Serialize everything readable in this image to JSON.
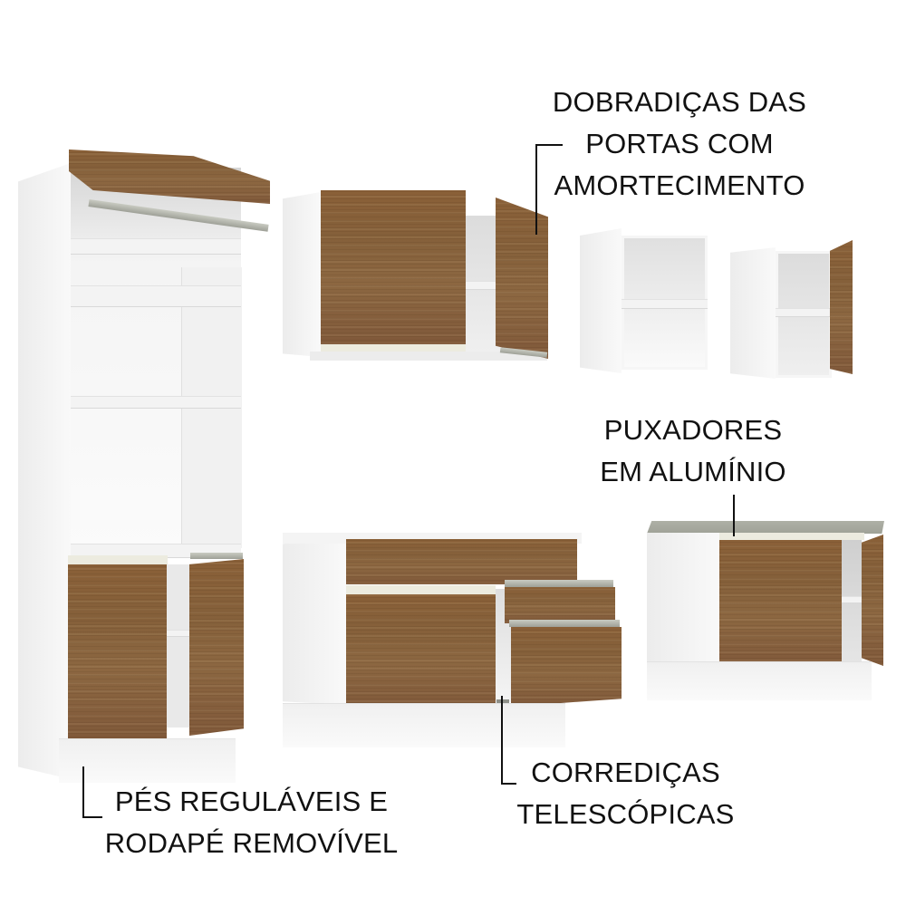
{
  "image": {
    "type": "product-feature-illustration",
    "subject": "modular kitchen cabinet set",
    "colors": {
      "background": "#ffffff",
      "carcass_white": "#f7f7f7",
      "wood_door": "#85603a",
      "aluminum_handle": "#a3a59c",
      "countertop": "#a7aa9f",
      "label_text": "#111111"
    }
  },
  "callouts": {
    "hinges": {
      "lines": [
        "DOBRADIÇAS DAS",
        "PORTAS COM",
        "AMORTECIMENTO"
      ]
    },
    "handles": {
      "lines": [
        "PUXADORES",
        "EM ALUMÍNIO"
      ]
    },
    "feet": {
      "lines": [
        "PÉS REGULÁVEIS E",
        "RODAPÉ REMOVÍVEL"
      ]
    },
    "slides": {
      "lines": [
        "CORREDIÇAS",
        "TELESCÓPICAS"
      ]
    }
  },
  "modules": [
    {
      "id": "tall-oven-tower",
      "description": "tall tower with flip-up top door, open shelves and 2-door base"
    },
    {
      "id": "wall-cabinet-2-doors",
      "description": "wall cabinet with two doors, right door open"
    },
    {
      "id": "open-wall-niche",
      "description": "open wall cabinet with one shelf"
    },
    {
      "id": "wall-cabinet-1-door",
      "description": "wall cabinet with one open door"
    },
    {
      "id": "base-cabinet-drawers",
      "description": "base cabinet with top drawer, door and two drawers"
    },
    {
      "id": "base-cabinet-countertop",
      "description": "base cabinet with countertop and two doors"
    }
  ]
}
